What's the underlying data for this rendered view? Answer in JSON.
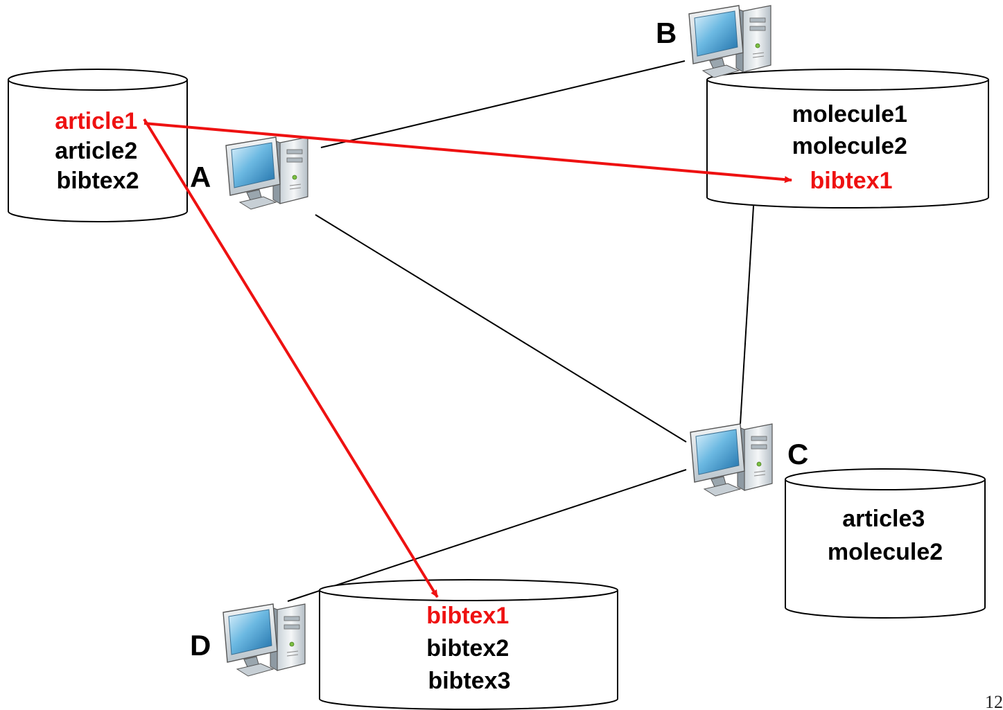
{
  "nodes": {
    "A": {
      "label": "A"
    },
    "B": {
      "label": "B"
    },
    "C": {
      "label": "C"
    },
    "D": {
      "label": "D"
    }
  },
  "stores": {
    "A": {
      "items": [
        {
          "text": "article1",
          "highlight": true
        },
        {
          "text": "article2",
          "highlight": false
        },
        {
          "text": "bibtex2",
          "highlight": false
        }
      ]
    },
    "B": {
      "items": [
        {
          "text": "molecule1",
          "highlight": false
        },
        {
          "text": "molecule2",
          "highlight": false
        },
        {
          "text": "bibtex1",
          "highlight": true
        }
      ]
    },
    "C": {
      "items": [
        {
          "text": "article3",
          "highlight": false
        },
        {
          "text": "molecule2",
          "highlight": false
        }
      ]
    },
    "D": {
      "items": [
        {
          "text": "bibtex1",
          "highlight": true
        },
        {
          "text": "bibtex2",
          "highlight": false
        },
        {
          "text": "bibtex3",
          "highlight": false
        }
      ]
    }
  },
  "links": [
    {
      "from": "A",
      "to": "B",
      "kind": "network"
    },
    {
      "from": "A",
      "to": "C",
      "kind": "network"
    },
    {
      "from": "B",
      "to": "C",
      "kind": "network"
    },
    {
      "from": "C",
      "to": "D",
      "kind": "network"
    },
    {
      "from": "article1",
      "to": "B:bibtex1",
      "kind": "reference"
    },
    {
      "from": "article1",
      "to": "D:bibtex1",
      "kind": "reference"
    }
  ],
  "colors": {
    "highlight": "#ee1111",
    "text": "#000000",
    "network_line": "#000000",
    "reference_arrow": "#ee1111"
  },
  "page_number": "12"
}
